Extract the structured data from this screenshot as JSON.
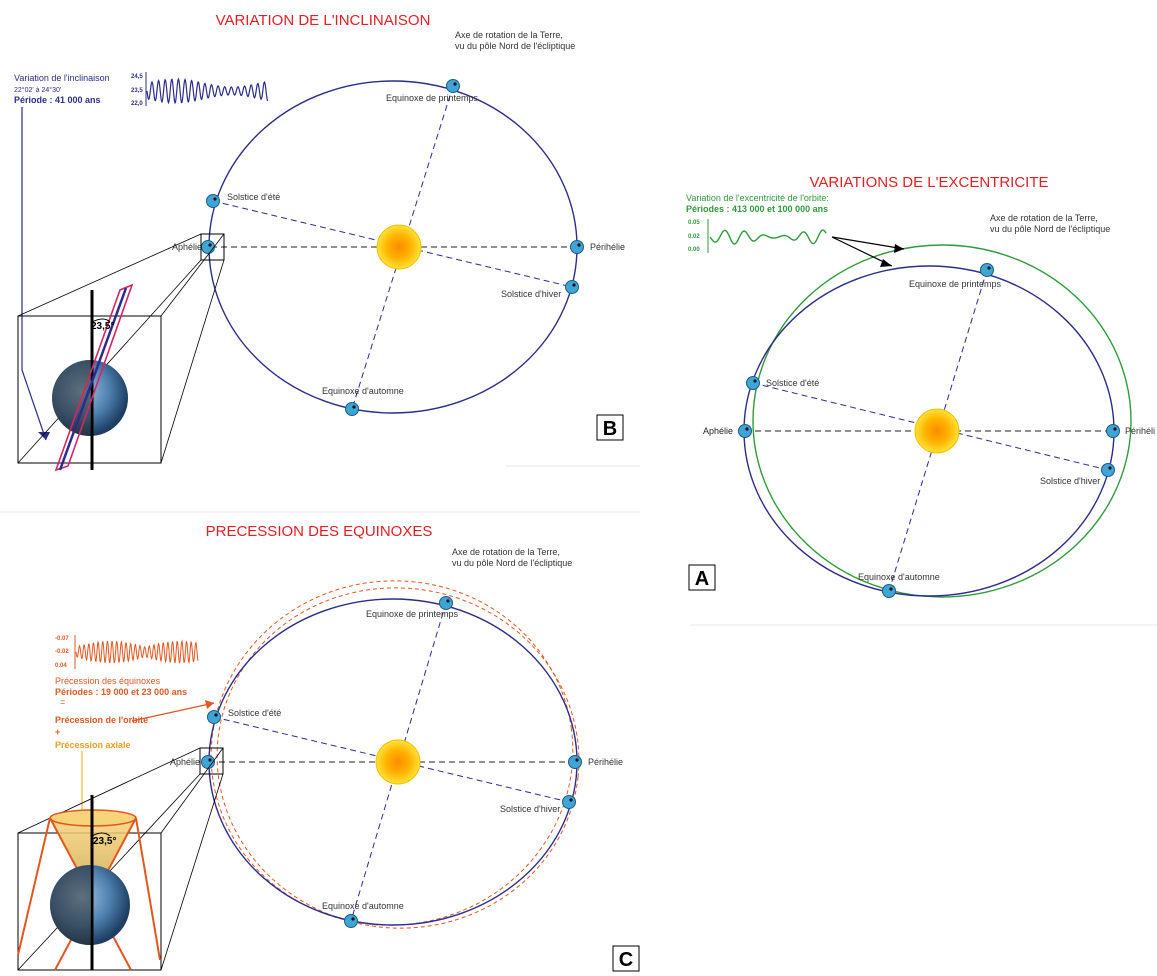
{
  "panels": {
    "B": {
      "title": "VARIATION DE L'INCLINAISON",
      "axis_caption_1": "Axe de rotation de la Terre,",
      "axis_caption_2": "vu du pôle Nord de l'écliptique",
      "info_line1": "Variation de l'inclinaison",
      "info_line2": "22°02' à 24°30'",
      "info_line3": "Période : 41 000 ans",
      "ticks": [
        "24,5",
        "23,5",
        "22,0"
      ],
      "angle": "23,5°",
      "letter": "B"
    },
    "A": {
      "title": "VARIATIONS DE L'EXCENTRICITE",
      "axis_caption_1": "Axe de rotation de la Terre,",
      "axis_caption_2": "vu du pôle Nord de l'écliptique",
      "info_line1": "Variation de l'excentricité de l'orbite:",
      "info_line2": "Périodes : 413 000 et 100 000 ans",
      "ticks": [
        "0.05",
        "0.02",
        "0.00"
      ],
      "letter": "A"
    },
    "C": {
      "title": "PRECESSION DES EQUINOXES",
      "axis_caption_1": "Axe de rotation de la Terre,",
      "axis_caption_2": "vu du pôle Nord de l'écliptique",
      "ticks": [
        "-0.07",
        "-0.02",
        "0.04"
      ],
      "info_line1": "Précession des équinoxes",
      "info_line2": "Périodes : 19 000 et 23 000 ans",
      "info_eq": "=",
      "info_line3": "Précession de l'orbite",
      "info_plus": "+",
      "info_line4": "Précession axiale",
      "angle": "23,5°",
      "letter": "C"
    }
  },
  "orbit_labels": {
    "spring": "Equinoxe de printemps",
    "summer": "Solstice d'été",
    "aphelion": "Aphélie",
    "perihelion": "Périhélie",
    "perihelion_short": "Périhéli",
    "winter": "Solstice d'hiver",
    "autumn": "Equinoxe d'automne"
  },
  "colors": {
    "title_red": "#e31e24",
    "orbit_blue": "#2b2c8c",
    "eccentric_green": "#2e9b3a",
    "precession_orange": "#e2561f",
    "earth_marker": "#3fa5d6",
    "sun_yellow": "#ffd21a"
  }
}
